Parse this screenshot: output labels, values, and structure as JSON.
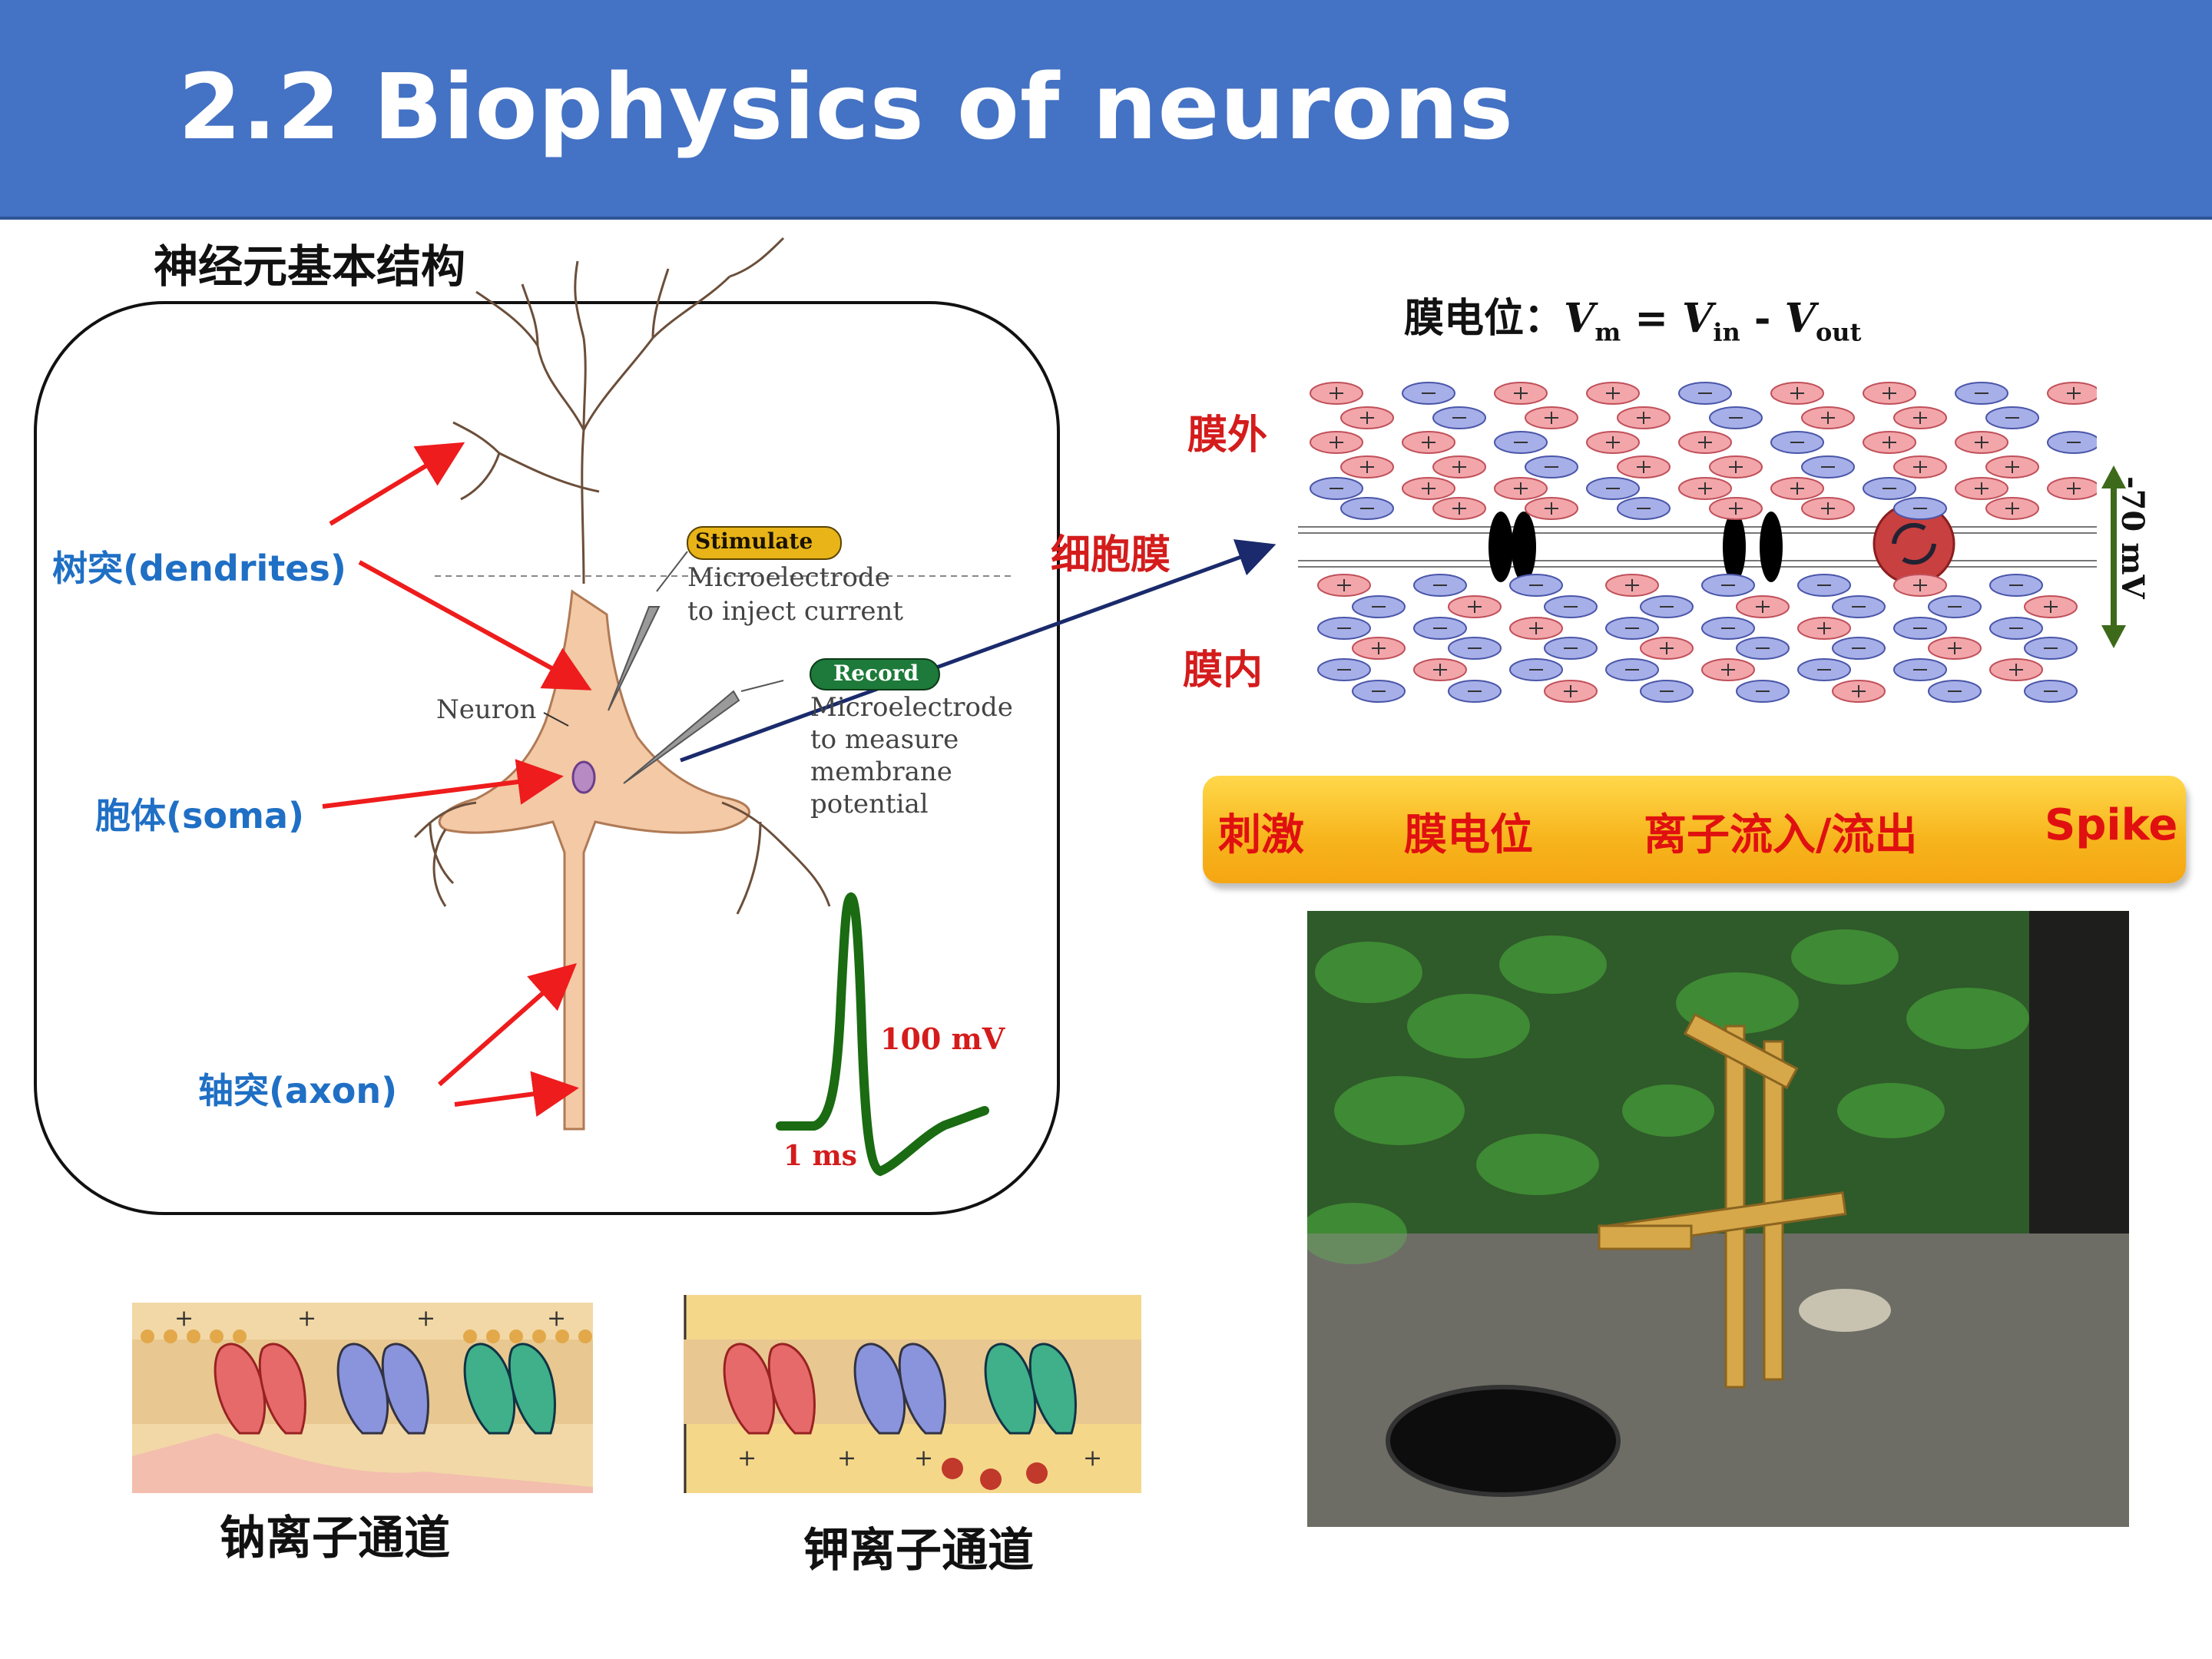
{
  "slide": {
    "title": "2.2 Biophysics of neurons"
  },
  "neuron_section": {
    "heading": "神经元基本结构",
    "labels": {
      "dendrites": "树突(dendrites)",
      "soma": "胞体(soma)",
      "axon": "轴突(axon)"
    },
    "diagram": {
      "stimulate_tag": "Stimulate",
      "stimulate_desc_1": "Microelectrode",
      "stimulate_desc_2": "to inject current",
      "record_tag": "Record",
      "record_desc_1": "Microelectrode",
      "record_desc_2": "to measure",
      "record_desc_3": "membrane",
      "record_desc_4": "potential",
      "neuron_label": "Neuron",
      "spike_amplitude": "100 mV",
      "spike_duration": "1 ms"
    }
  },
  "membrane_section": {
    "formula_prefix": "膜电位：",
    "formula_v": "V",
    "sub_m": "m",
    "eq": " = ",
    "sub_in": "in",
    "minus": " - ",
    "sub_out": "out",
    "outside_label": "膜外",
    "inside_label": "膜内",
    "membrane_label": "细胞膜",
    "voltage_label": "-70 mV"
  },
  "flow": {
    "step1": "刺激",
    "step2": "膜电位",
    "step3": "离子流入/流出",
    "step4": "Spike"
  },
  "channels": {
    "sodium_label": "钠离子通道",
    "potassium_label": "钾离子通道"
  },
  "colors": {
    "header_bg": "#4472c4",
    "label_blue": "#1f6fc5",
    "label_red": "#d41c1c",
    "spike_green": "#1a6b12",
    "arrow_navy": "#1a2a6c"
  }
}
